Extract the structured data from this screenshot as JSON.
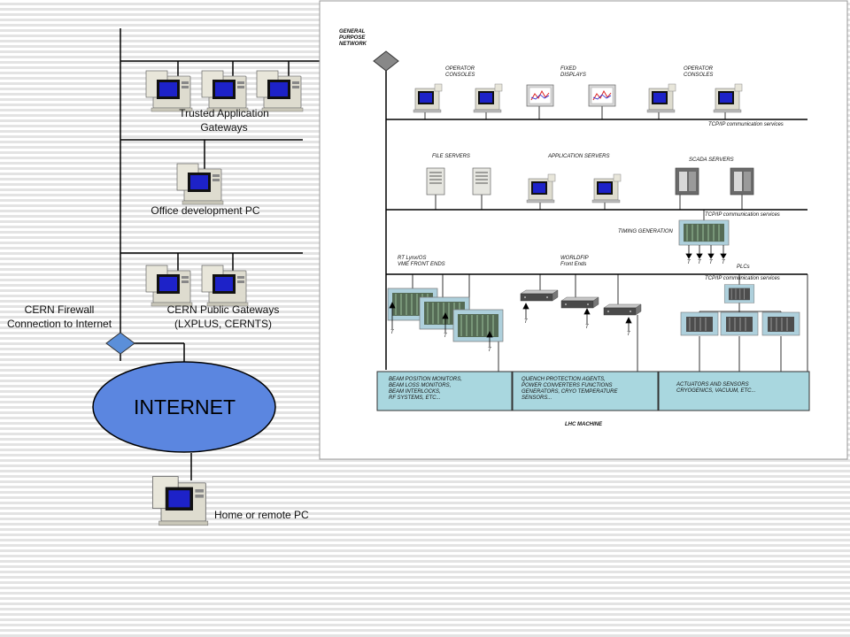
{
  "left": {
    "trusted_gateways": [
      "Trusted Application",
      "Gateways"
    ],
    "office_pc": "Office development PC",
    "firewall": [
      "CERN Firewall",
      "Connection to Internet"
    ],
    "public_gateways": [
      "CERN Public Gateways",
      "(LXPLUS, CERNTS)"
    ],
    "internet": "INTERNET",
    "home_pc": "Home or remote PC"
  },
  "panel": {
    "general_network": [
      "GENERAL",
      "PURPOSE",
      "NETWORK"
    ],
    "operator_consoles_1": [
      "OPERATOR",
      "CONSOLES"
    ],
    "fixed_displays": [
      "FIXED",
      "DISPLAYS"
    ],
    "operator_consoles_2": [
      "OPERATOR",
      "CONSOLES"
    ],
    "tcpip": "TCP/IP communication services",
    "file_servers": "FILE SERVERS",
    "app_servers": "APPLICATION SERVERS",
    "scada_servers": "SCADA SERVERS",
    "timing_generation": "TIMING GENERATION",
    "rt_lynx": [
      "RT Lynx/OS",
      "VME FRONT ENDS"
    ],
    "worldfip": [
      "WORLDFIP",
      "Front Ends"
    ],
    "plcs": "PLCs",
    "t": "T",
    "box1": [
      "BEAM POSITION MONITORS,",
      "BEAM LOSS MONITORS,",
      "BEAM INTERLOCKS,",
      "RF SYSTEMS, ETC..."
    ],
    "box2": [
      "QUENCH PROTECTION AGENTS,",
      "POWER CONVERTERS FUNCTIONS",
      "GENERATORS, CRYO TEMPERATURE",
      "SENSORS..."
    ],
    "box3": [
      "ACTUATORS AND SENSORS",
      "CRYOGENICS, VACUUM, ETC..."
    ],
    "lhc_machine": "LHC MACHINE"
  },
  "colors": {
    "internet_fill": "#5b86e0",
    "box_fill": "#a9d7df",
    "screen_blue": "#1010cc",
    "diamond_fill": "#5b8fd9"
  }
}
